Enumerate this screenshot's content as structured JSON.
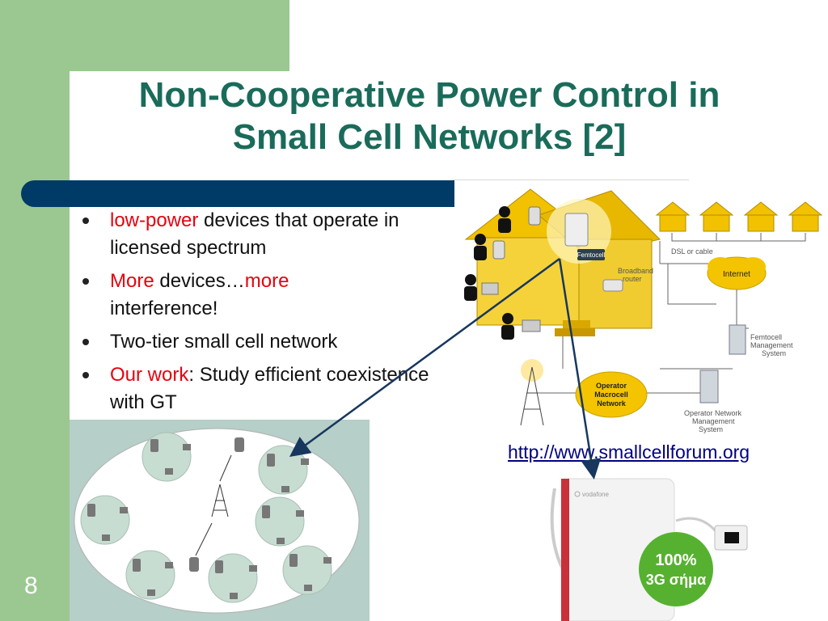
{
  "slide": {
    "title_line1": "Non-Cooperative Power Control in",
    "title_line2": "Small Cell Networks [2]",
    "page_number": "8",
    "link": "http://www.smallcellforum.org"
  },
  "bullets": [
    {
      "red": "low-power",
      "rest": " devices that operate in licensed spectrum"
    },
    {
      "red": "More",
      "mid": " devices…",
      "red2": "more",
      "rest": " interference!"
    },
    {
      "rest": "Two-tier small cell network"
    },
    {
      "red": "Our work",
      "rest": ": Study efficient coexistence with GT"
    }
  ],
  "femto_diagram": {
    "labels": {
      "femtocell": "Femtocell",
      "broadband_router_1": "Broadband",
      "broadband_router_2": "router",
      "dsl": "DSL or cable",
      "internet": "Internet",
      "mgmt_1": "Femtocell",
      "mgmt_2": "Management",
      "mgmt_3": "System",
      "operator_1": "Operator",
      "operator_2": "Macrocell",
      "operator_3": "Network",
      "onms_1": "Operator Network",
      "onms_2": "Management",
      "onms_3": "System"
    }
  },
  "device_photo": {
    "brand": "vodafone",
    "badge_line1": "100%",
    "badge_line2": "3G σήμα"
  },
  "colors": {
    "green_band": "#9ac890",
    "title": "#1a6b5a",
    "navy_bar": "#003a66",
    "red_text": "#e8000e",
    "arrow": "#17375e"
  }
}
